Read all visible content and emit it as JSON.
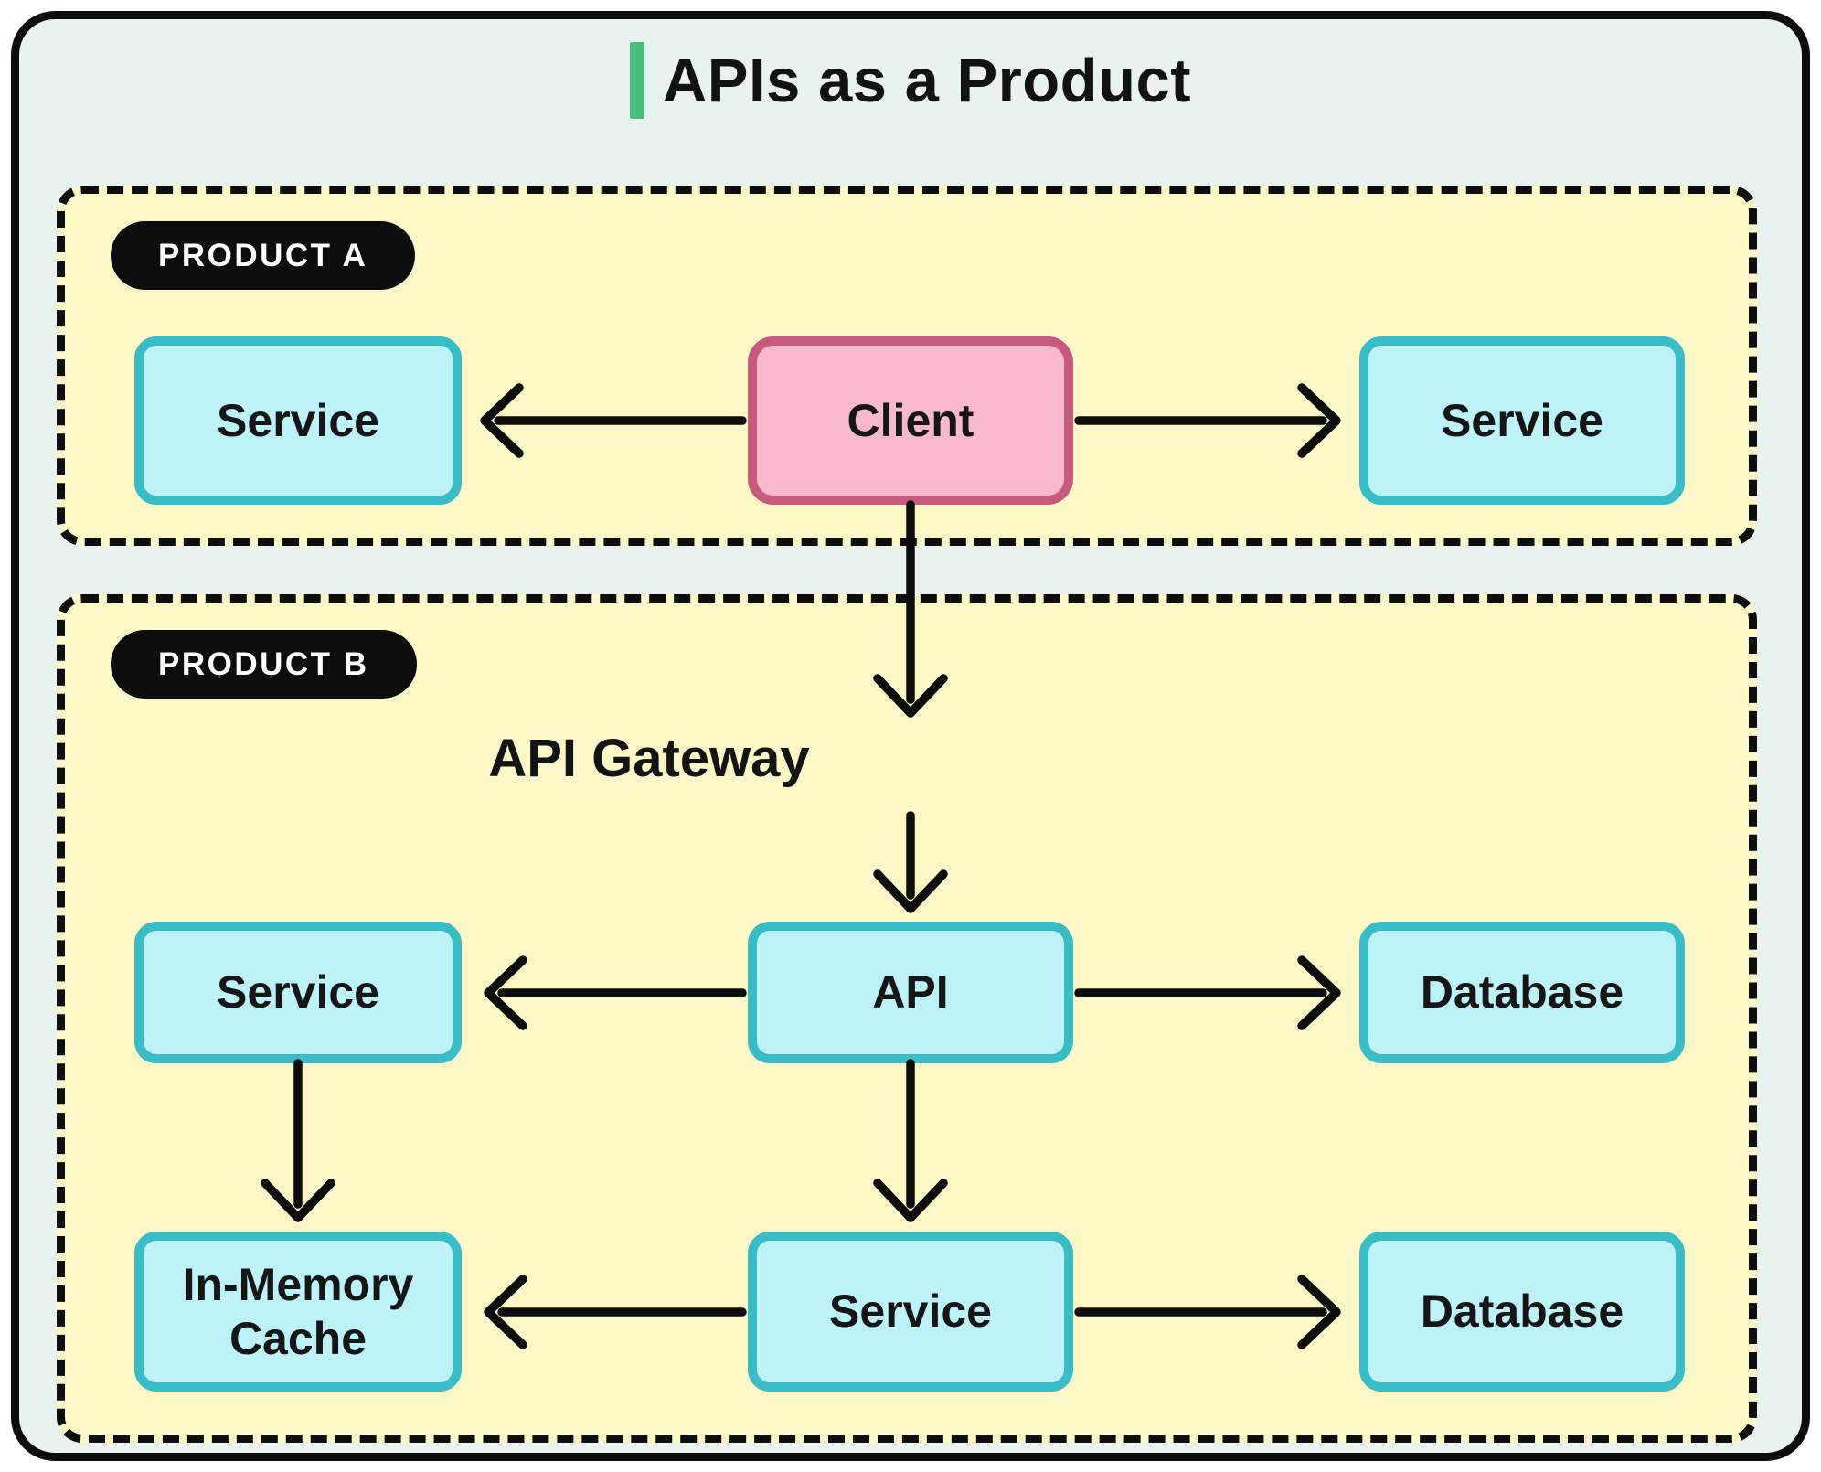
{
  "title": {
    "text": "APIs as a Product"
  },
  "colors": {
    "accent_green": "#4DBE82",
    "canvas_mint": "#E9F2EF",
    "group_yellow": "#FBF7C6",
    "node_cyan_fill": "#BDF3F8",
    "node_cyan_border": "#39BCC6",
    "client_pink_fill": "#F8B9CE",
    "client_pink_border": "#C65B7E",
    "line_black": "#0D0D0D",
    "badge_black": "#0D0D0D",
    "badge_text": "#FFFFFF"
  },
  "product_a": {
    "badge": "PRODUCT A",
    "nodes": [
      {
        "id": "service-a-left",
        "label": "Service"
      },
      {
        "id": "client",
        "label": "Client"
      },
      {
        "id": "service-a-right",
        "label": "Service"
      }
    ]
  },
  "product_b": {
    "badge": "PRODUCT B",
    "gateway_label": "API Gateway",
    "nodes": [
      {
        "id": "service-b-mid",
        "label": "Service"
      },
      {
        "id": "api",
        "label": "API"
      },
      {
        "id": "database-1",
        "label": "Database"
      },
      {
        "id": "in-memory-cache",
        "label": "In-Memory Cache"
      },
      {
        "id": "service-b-bottom",
        "label": "Service"
      },
      {
        "id": "database-2",
        "label": "Database"
      }
    ]
  },
  "edges": [
    {
      "from": "client",
      "to": "service-a-left"
    },
    {
      "from": "client",
      "to": "service-a-right"
    },
    {
      "from": "client",
      "to": "api-gateway"
    },
    {
      "from": "api-gateway",
      "to": "api"
    },
    {
      "from": "api",
      "to": "service-b-mid"
    },
    {
      "from": "api",
      "to": "database-1"
    },
    {
      "from": "service-b-mid",
      "to": "in-memory-cache"
    },
    {
      "from": "api",
      "to": "service-b-bottom"
    },
    {
      "from": "service-b-bottom",
      "to": "in-memory-cache"
    },
    {
      "from": "service-b-bottom",
      "to": "database-2"
    }
  ]
}
